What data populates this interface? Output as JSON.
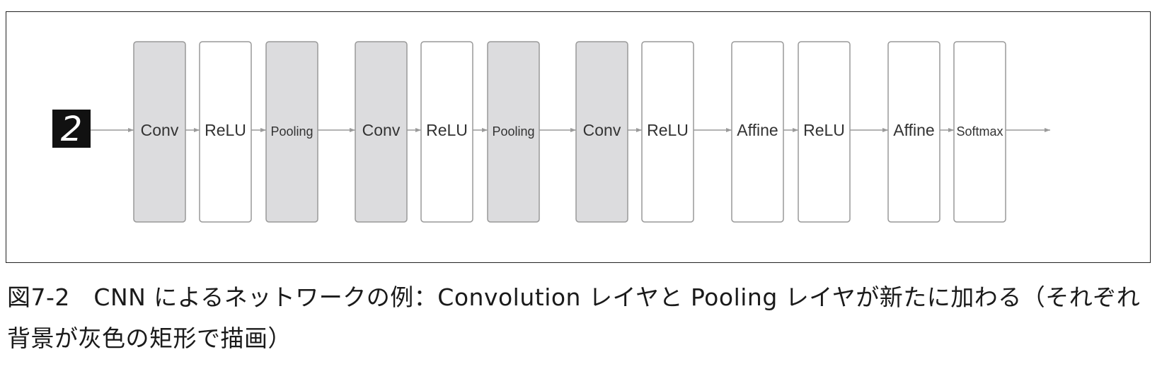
{
  "diagram": {
    "input": "2",
    "layers": [
      {
        "label": "Conv",
        "kind": "conv"
      },
      {
        "label": "ReLU",
        "kind": "activation"
      },
      {
        "label": "Pooling",
        "kind": "pooling"
      },
      {
        "label": "Conv",
        "kind": "conv"
      },
      {
        "label": "ReLU",
        "kind": "activation"
      },
      {
        "label": "Pooling",
        "kind": "pooling"
      },
      {
        "label": "Conv",
        "kind": "conv"
      },
      {
        "label": "ReLU",
        "kind": "activation"
      },
      {
        "label": "Affine",
        "kind": "affine"
      },
      {
        "label": "ReLU",
        "kind": "activation"
      },
      {
        "label": "Affine",
        "kind": "affine"
      },
      {
        "label": "Softmax",
        "kind": "softmax"
      }
    ],
    "colors": {
      "shaded_fill": "#dcdcde",
      "plain_fill": "#ffffff",
      "box_stroke": "#999999",
      "arrow": "#9a9a9a",
      "input_bg": "#111111",
      "input_fg": "#ffffff"
    }
  },
  "caption": "図7-2　CNN によるネットワークの例：Convolution レイヤと Pooling レイヤが新たに加わる（それぞれ背景が灰色の矩形で描画）"
}
